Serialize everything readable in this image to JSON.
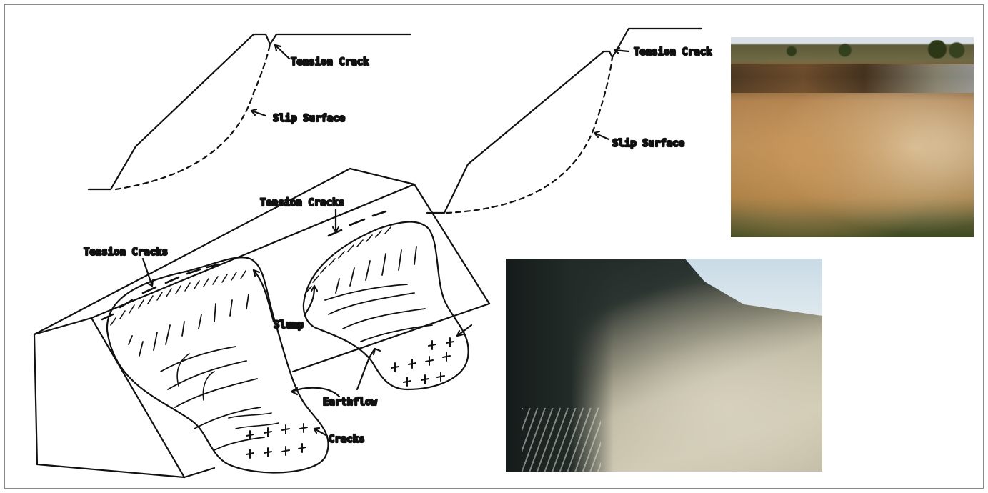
{
  "labels": {
    "tension_crack_left": "Tension Crack",
    "slip_surface_left": "Slip Surface",
    "tension_crack_right": "Tension Crack",
    "slip_surface_right": "Slip Surface",
    "tension_cracks_top": "Tension Cracks",
    "tension_cracks_left": "Tension Cracks",
    "slump": "Slump",
    "earthflow": "Earthflow",
    "cracks": "Cracks"
  },
  "photos": [
    {
      "name": "slump-scarp-photo"
    },
    {
      "name": "earthflow-scarp-photo"
    }
  ]
}
